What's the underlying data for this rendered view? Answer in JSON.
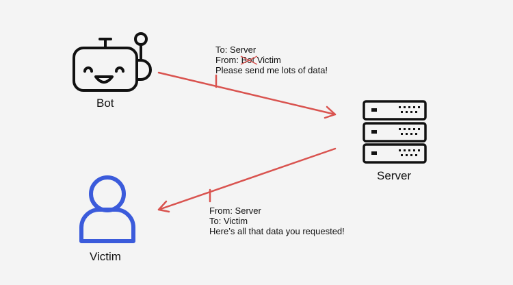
{
  "nodes": {
    "bot": {
      "label": "Bot",
      "icon": "robot-icon"
    },
    "server": {
      "label": "Server",
      "icon": "server-rack-icon"
    },
    "victim": {
      "label": "Victim",
      "icon": "user-icon"
    }
  },
  "messages": {
    "request": {
      "to": "To: Server",
      "from_prefix": "From:",
      "from_struck": "Bot",
      "from_spoofed": "Victim",
      "body": "Please send me lots of data!"
    },
    "response": {
      "from": "From: Server",
      "to": "To: Victim",
      "body": "Here’s all that data you requested!"
    }
  },
  "colors": {
    "arrow": "#d9534f",
    "icon": "#111111",
    "victim": "#3b5bdb",
    "background": "#f4f4f4"
  }
}
